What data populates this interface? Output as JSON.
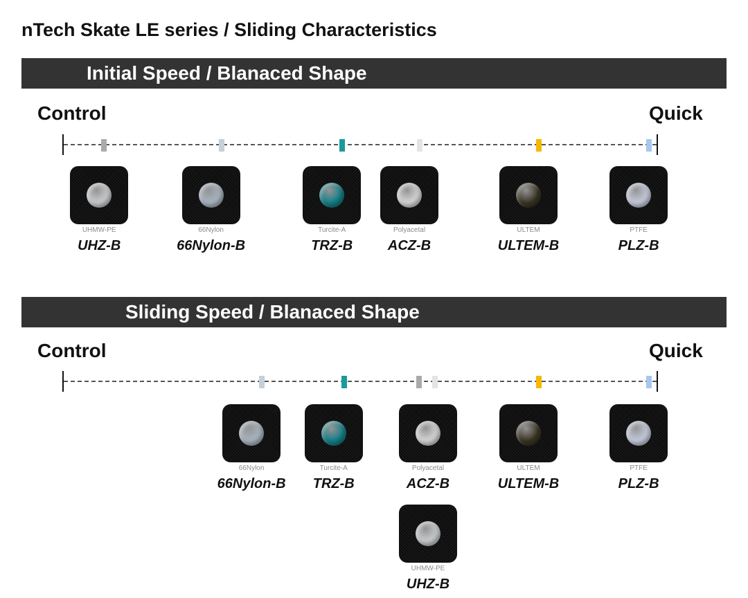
{
  "title": "nTech Skate LE series / Sliding Characteristics",
  "end_labels": {
    "left": "Control",
    "right": "Quick"
  },
  "sections": [
    {
      "heading": "Initial Speed / Blanaced Shape",
      "items": [
        {
          "name": "UHZ-B",
          "material": "UHMW-PE",
          "position": 0.07,
          "marker_color": "#aaaaaa",
          "dot_color": "#c9ccce"
        },
        {
          "name": "66Nylon-B",
          "material": "66Nylon",
          "position": 0.267,
          "marker_color": "#c4d0da",
          "dot_color": "#a8b4c0"
        },
        {
          "name": "TRZ-B",
          "material": "Turcite-A",
          "position": 0.47,
          "marker_color": "#1a9a9a",
          "dot_color": "#137f87"
        },
        {
          "name": "ACZ-B",
          "material": "Polyacetal",
          "position": 0.6,
          "marker_color": "#e4e4e4",
          "dot_color": "#d6d6d6"
        },
        {
          "name": "ULTEM-B",
          "material": "ULTEM",
          "position": 0.8,
          "marker_color": "#f5b800",
          "dot_color": "#3a3424"
        },
        {
          "name": "PLZ-B",
          "material": "PTFE",
          "position": 0.985,
          "marker_color": "#a7c8ee",
          "dot_color": "#c5cbdc"
        }
      ]
    },
    {
      "heading": "Sliding Speed / Blanaced Shape",
      "items": [
        {
          "name": "66Nylon-B",
          "material": "66Nylon",
          "position": 0.335,
          "marker_color": "#c4d0da",
          "dot_color": "#a8b4c0"
        },
        {
          "name": "TRZ-B",
          "material": "Turcite-A",
          "position": 0.473,
          "marker_color": "#1a9a9a",
          "dot_color": "#137f87"
        },
        {
          "name": "ACZ-B",
          "material": "Polyacetal",
          "position": 0.62,
          "marker_color": "#e4e4e4",
          "dot_color": "#d6d6d6"
        },
        {
          "name": "UHZ-B",
          "material": "UHMW-PE",
          "position": 0.605,
          "marker_color": "#aaaaaa",
          "dot_color": "#c9ccce"
        },
        {
          "name": "ULTEM-B",
          "material": "ULTEM",
          "position": 0.8,
          "marker_color": "#f5b800",
          "dot_color": "#3a3424"
        },
        {
          "name": "PLZ-B",
          "material": "PTFE",
          "position": 0.985,
          "marker_color": "#a7c8ee",
          "dot_color": "#c5cbdc"
        }
      ]
    }
  ]
}
